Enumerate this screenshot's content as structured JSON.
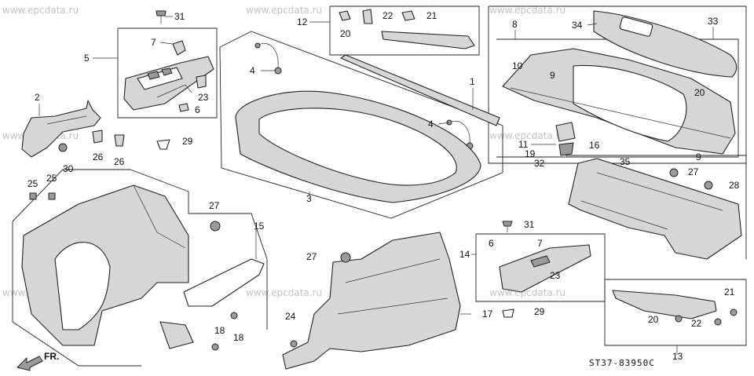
{
  "watermark": "www.epcdata.ru",
  "diagram_code": "ST37-83950C",
  "direction_label": "FR.",
  "callouts": {
    "c31a": "31",
    "c7a": "7",
    "c5": "5",
    "c23a": "23",
    "c6a": "6",
    "c2": "2",
    "c26a": "26",
    "c26b": "26",
    "c29a": "29",
    "c30": "30",
    "c25a": "25",
    "c25b": "25",
    "c4a": "4",
    "c4b": "4",
    "c3": "3",
    "c12": "12",
    "c20a": "20",
    "c22a": "22",
    "c21a": "21",
    "c1": "1",
    "c8": "8",
    "c34": "34",
    "c33": "33",
    "c10": "10",
    "c9a": "9",
    "c20b": "20",
    "c11": "11",
    "c19": "19",
    "c32": "32",
    "c9b": "9",
    "c16": "16",
    "c35": "35",
    "c27a": "27",
    "c28": "28",
    "c27b": "27",
    "c15": "15",
    "c18a": "18",
    "c18b": "18",
    "c27c": "27",
    "c24": "24",
    "c17": "17",
    "c31b": "31",
    "c14": "14",
    "c6b": "6",
    "c7b": "7",
    "c23b": "23",
    "c29b": "29",
    "c21b": "21",
    "c20c": "20",
    "c22b": "22",
    "c13": "13"
  }
}
